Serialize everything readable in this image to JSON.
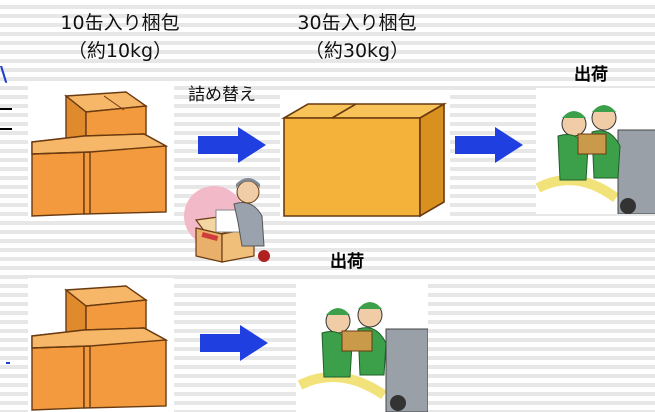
{
  "labels": {
    "small_pack_name": "10缶入り梱包",
    "small_pack_weight": "（約10kg）",
    "large_pack_name": "30缶入り梱包",
    "large_pack_weight": "（約30kg）",
    "repack": "詰め替え",
    "ship_top": "出荷",
    "ship_bottom": "出荷"
  },
  "icons": {
    "box_stack": "cardboard-box-stack-illustration",
    "big_box": "large-cardboard-box-illustration",
    "repacker": "worker-repacking-box-illustration",
    "shippers": "workers-loading-truck-illustration",
    "arrow": "right-arrow"
  },
  "colors": {
    "box_front": "#f39a3e",
    "box_top": "#f6b868",
    "big_box": "#f4b23a",
    "arrow": "#1f3fe0",
    "worker_green": "#3ca04a"
  }
}
